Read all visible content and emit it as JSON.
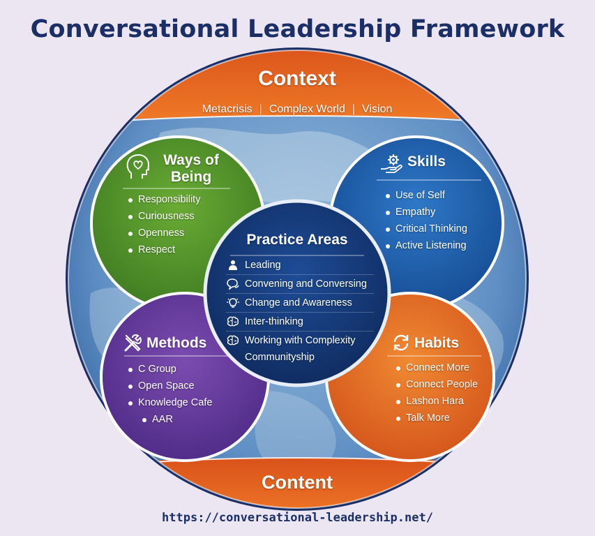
{
  "title": "Conversational Leadership Framework",
  "url": "https://conversational-leadership.net/",
  "colors": {
    "navy": "#1b2f66",
    "context_orange": "#e8601c",
    "ways_green": "#5a9a2c",
    "skills_blue": "#1c5fb0",
    "methods_purple": "#6a3d9f",
    "habits_orange": "#e56a1e",
    "practice_navy": "#163a7a",
    "world_blue": "#6f9ccb"
  },
  "context": {
    "title": "Context",
    "items": [
      "Metacrisis",
      "Complex World",
      "Vision"
    ]
  },
  "content": {
    "title": "Content"
  },
  "ways_of_being": {
    "title_line1": "Ways of",
    "title_line2": "Being",
    "icon": "head-heart-icon",
    "items": [
      "Responsibility",
      "Curiousness",
      "Openness",
      "Respect"
    ]
  },
  "skills": {
    "title": "Skills",
    "icon": "hand-gear-icon",
    "items": [
      "Use of Self",
      "Empathy",
      "Critical Thinking",
      "Active Listening"
    ]
  },
  "methods": {
    "title": "Methods",
    "icon": "tools-icon",
    "items": [
      "C Group",
      "Open Space",
      "Knowledge Cafe",
      "AAR"
    ]
  },
  "habits": {
    "title": "Habits",
    "icon": "refresh-icon",
    "items": [
      "Connect More",
      "Connect People",
      "Lashon Hara",
      "Talk More"
    ]
  },
  "practice_areas": {
    "title": "Practice Areas",
    "items": [
      {
        "label": "Leading",
        "icon": "person-icon"
      },
      {
        "label": "Convening and Conversing",
        "icon": "chat-icon"
      },
      {
        "label": "Change and Awareness",
        "icon": "lightbulb-icon"
      },
      {
        "label": "Inter-thinking",
        "icon": "brain-icon"
      },
      {
        "label": "Working with Complexity",
        "icon": "brain-icon"
      },
      {
        "label": "Communityship",
        "icon": ""
      }
    ]
  }
}
